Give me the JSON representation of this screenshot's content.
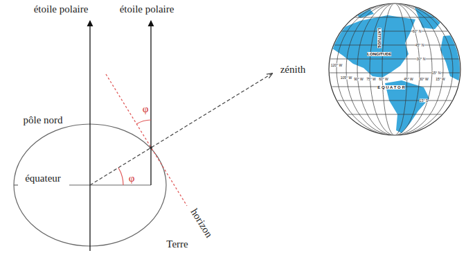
{
  "diagram": {
    "labels": [
      "étoile polaire",
      "étoile polaire",
      "zénith",
      "pôle nord",
      "φ",
      "équateur",
      "φ",
      "horizon",
      "Terre",
      "LATITUDE",
      "LONGITUDE",
      "E Q U A T O R",
      "60° N",
      "45° N",
      "30° N",
      "15° N",
      "15° S",
      "120° W",
      "105° W",
      "90° W",
      "75° W",
      "60° W",
      "45° W",
      "30° W",
      "15° W"
    ]
  }
}
